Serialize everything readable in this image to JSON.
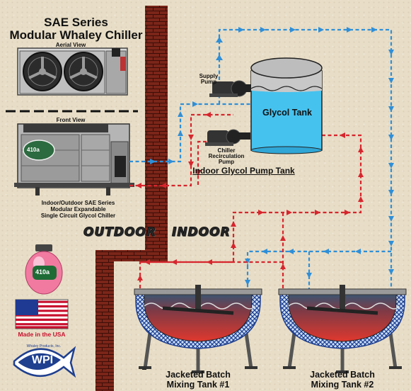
{
  "title_line1": "SAE Series",
  "title_line2": "Modular Whaley Chiller",
  "aerial_view": "Aerial View",
  "front_view": "Front View",
  "chiller_desc_1": "Indoor/Outdoor SAE Series",
  "chiller_desc_2": "Modular Expandable",
  "chiller_desc_3": "Single Circuit Glycol Chiller",
  "outdoor": "OUTDOOR",
  "indoor": "INDOOR",
  "supply_pump_1": "Supply",
  "supply_pump_2": "Pump",
  "chiller_pump_1": "Chiller",
  "chiller_pump_2": "Recirculation",
  "chiller_pump_3": "Pump",
  "glycol_tank": "Glycol Tank",
  "glycol_pump_tank": "Indoor Glycol Pump Tank",
  "tank1_line1": "Jacketed Batch",
  "tank1_line2": "Mixing Tank #1",
  "tank2_line1": "Jacketed Batch",
  "tank2_line2": "Mixing Tank #2",
  "made_in_usa": "Made in the USA",
  "badge_410a": "410a",
  "logo_text": "WPI",
  "logo_sub": "Whaley Products, Inc.",
  "colors": {
    "supply": "#2f8fd8",
    "return": "#d6262e",
    "brick": "#7a2418",
    "glycol": "#4cc3ee"
  }
}
